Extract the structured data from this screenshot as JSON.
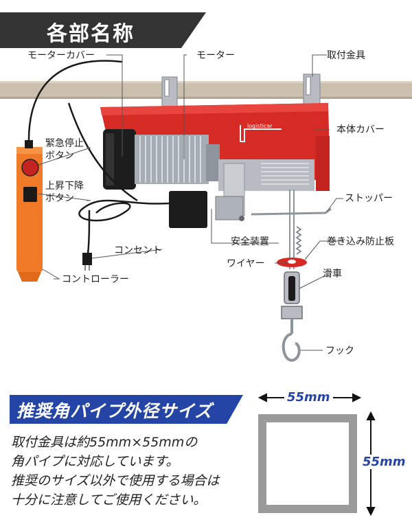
{
  "header": {
    "title": "各部名称"
  },
  "labels": {
    "motor_cover": "モーターカバー",
    "motor": "モーター",
    "mount": "取付金具",
    "body_cover": "本体カバー",
    "emergency_stop_line1": "緊急停止",
    "emergency_stop_line2": "ボタン",
    "updown_line1": "上昇下降",
    "updown_line2": "ボタン",
    "stopper": "ストッパー",
    "safety": "安全装置",
    "outlet": "コンセント",
    "anti_wind": "巻き込み防止板",
    "wire": "ワイヤー",
    "pulley": "滑車",
    "controller": "コントローラー",
    "hook": "フック",
    "brand": "logisticar"
  },
  "pipe_section": {
    "title": "推奨角パイプ外径サイズ",
    "lines": [
      "取付金具は約55mm×55mmの",
      "角パイプに対応しています。",
      "推奨のサイズ以外で使用する場合は",
      "十分に注意してご使用ください。"
    ],
    "width_label": "55mm",
    "height_label": "55mm"
  },
  "colors": {
    "body_red": "#d62b25",
    "controller_orange": "#f07a28",
    "beam_tan": "#cbbfae",
    "accent_blue": "#2445a5",
    "header_dark": "#333333"
  }
}
